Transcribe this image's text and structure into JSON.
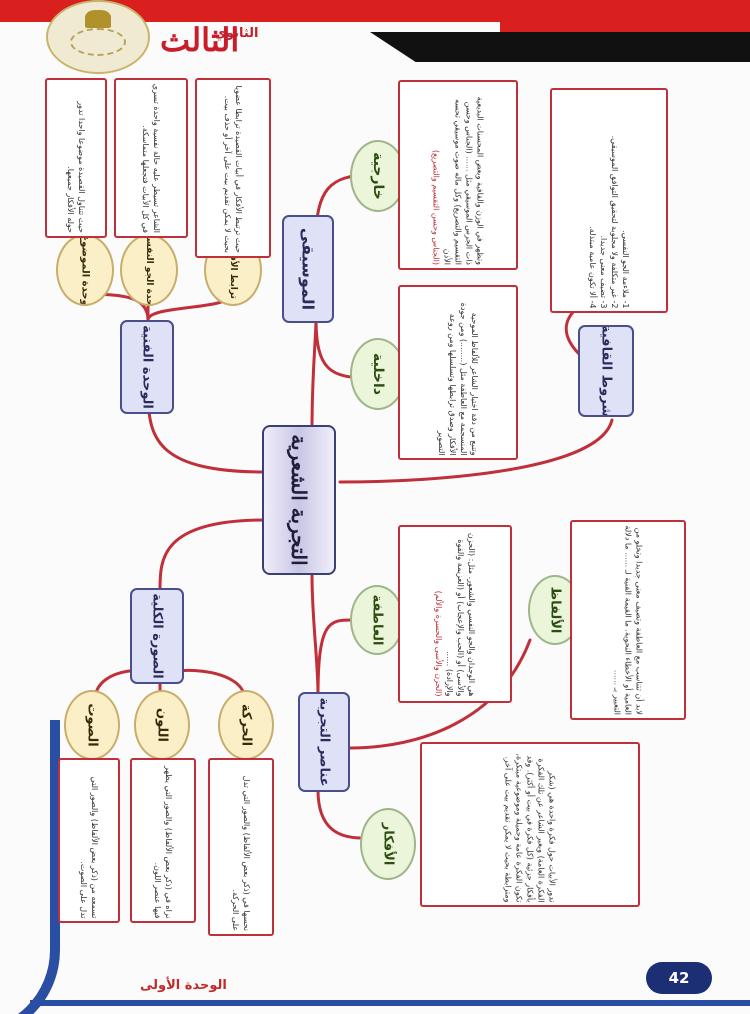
{
  "header": {
    "grade_label": "الثالث",
    "grade_sub": "الثانوي"
  },
  "center": {
    "title": "التجربة الشعرية"
  },
  "branches": {
    "music": {
      "label": "الموسيقى",
      "external": {
        "label": "خارجية",
        "text": "وتظهر في الوزن والقافية وبعض المحسنات البديعية ذات الجرس الموسيقي مثل ...... (الجناس وحسن التقسيم والتصريع) وكل ماله صوت موسيقي تحسه الأذن",
        "highlight": "(الجناس وحسن التقسيم والتصريع)"
      },
      "internal": {
        "label": "داخلية",
        "text": "وتنبع من دقة اختيار الشاعر للألفاظ الموحية المنسجمة مع العاطفة مثل (........) ومن جودة الأفكار وصدق ترابطها وتسلسلها ومن روعة التصوير"
      }
    },
    "rhyme": {
      "label": "شروط القافية",
      "items": [
        "1- ملاءمة الجو النفسي.",
        "2- غير متكلفة ولا مجلوبة لتحقيق التوافق الموسيقي.",
        "3- تضيف معنى جديدا.",
        "4- ألا تكون عامية مبتذلة."
      ]
    },
    "unity": {
      "label": "الوحدة الفنية",
      "topic": {
        "label": "وحدة الموضوع",
        "text": "حيث تتناول القصيدة موضوعا واحدا تدور حوله الأفكار جميعها."
      },
      "mood": {
        "label": "وحدة الجو النفسي",
        "text": "الشاعر تسيطر عليه حالة نفسية واحدة تسري في كل الأبيات فتجعلها متماسكة."
      },
      "ideas": {
        "label": "ترابط الأفكار",
        "text": "حيث ترتبط الأفكار في أبيات القصيدة ترابطا عضويا بحيث لا يمكن تقديم بيت على آخر أو حذف بيت."
      }
    },
    "image": {
      "label": "الصورة الكلية",
      "sound": {
        "label": "الصوت",
        "text": "تسمعه من (ذكر بعض الألفاظ) والصور التي تدل على الصوت."
      },
      "color": {
        "label": "اللون",
        "text": "نراه في (ذكر بعض الألفاظ) والصور التي يظهر فيها عنصر اللون."
      },
      "motion": {
        "label": "الحركة",
        "text": "نحسها في (ذكر بعض الألفاظ) والصور التي تدل على الحركة."
      }
    },
    "elements": {
      "label": "عناصر التجربة",
      "emotion": {
        "label": "العاطفة",
        "text": "هي الوجدان والجو النفسي والشعور. مثل: (الحزن والأسى) أو (الحب والإعجاب) أو (العزيمة والقوة والإرادة) ......",
        "highlight": "(الحزن والأسى والحسرة والألم)"
      },
      "words": {
        "label": "الألفاظ",
        "text": "لابد أن تتناسب مع العاطفة وتضيف معنى جديدا وتخلو من العامية أو الأخطاء النحوية. ما القيمة الفنية لـ ...... ما دلالة التعبير بـ ......"
      },
      "ideas": {
        "label": "الأفكار",
        "text": "تدور الأبيات حول فكرة واحدة هي (شكر الفكرة العامة) ويعبر الشاعر عن تلك الفكرة بأفكار جزئية (كل فكرة في بيت أو أكثر). وقد تكون الفكرة عامة وجميلة وموضوعية مبتكرة، ومترابطة بحيث لا يمكن تقديم بيت على آخر."
      }
    }
  },
  "footer": {
    "unit": "الوحدة الأولى",
    "page_number": "42"
  }
}
